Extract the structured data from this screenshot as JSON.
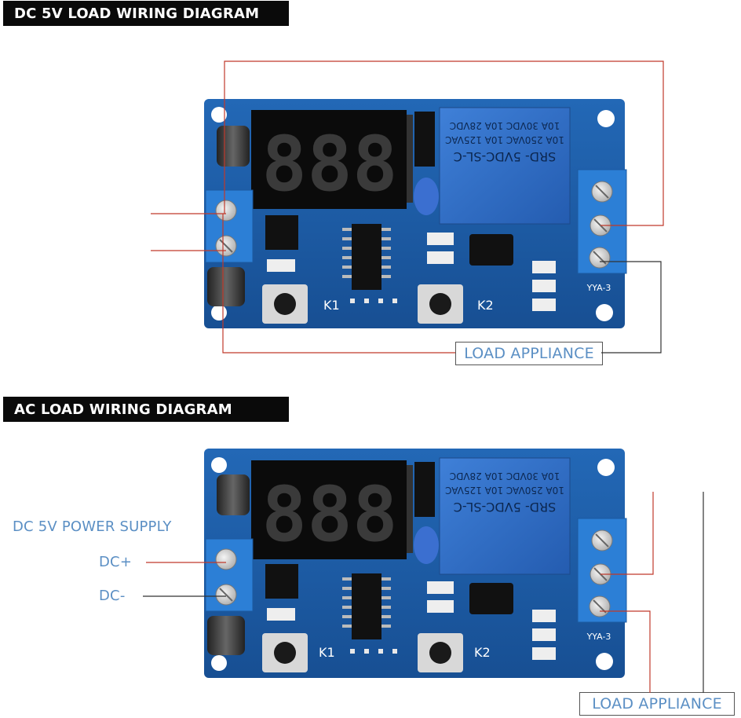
{
  "diagram1": {
    "title": "DC 5V LOAD WIRING DIAGRAM",
    "load_label": "LOAD APPLIANCE"
  },
  "diagram2": {
    "title": "AC LOAD WIRING DIAGRAM",
    "power_label": "DC 5V POWER SUPPLY",
    "dc_plus": "DC+",
    "dc_minus": "DC-",
    "load_label": "LOAD APPLIANCE"
  },
  "board": {
    "button_k1": "K1",
    "button_k2": "K2",
    "relay_text_1": "SRD- 5VDC-SL-C",
    "relay_text_2": "10A 250VAC 10A 125VAC",
    "relay_text_3": "10A 30VDC 10A 28VDC",
    "terminal_label": "YYA-3"
  },
  "colors": {
    "pcb": "#1a5fa8",
    "relay": "#2f6fc9",
    "terminal": "#2c7fd6",
    "wire_red": "#c0392b",
    "wire_black": "#333333",
    "label_blue": "#5b8fc4"
  }
}
